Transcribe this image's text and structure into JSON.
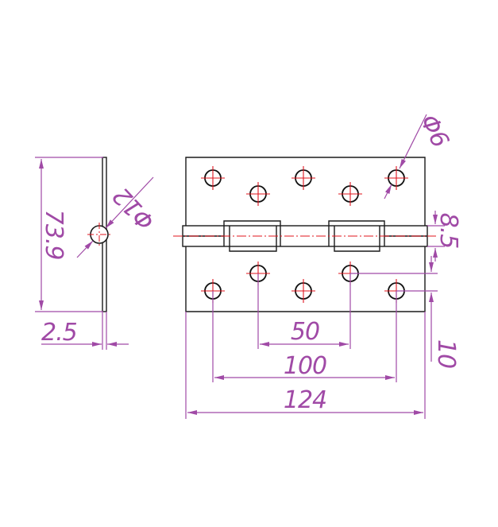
{
  "dimensions": {
    "height": "73.9",
    "hole_dia_side": "Φ12",
    "thickness": "2.5",
    "hole_dia_small": "Φ6",
    "knuckle": "8.5",
    "edge_offset": "10",
    "spacing_50": "50",
    "spacing_100": "100",
    "width": "124"
  },
  "colors": {
    "outline": "#1a1a1a",
    "hole": "#111111",
    "center_line": "#e0141e",
    "dimension": "#a04aa6"
  }
}
